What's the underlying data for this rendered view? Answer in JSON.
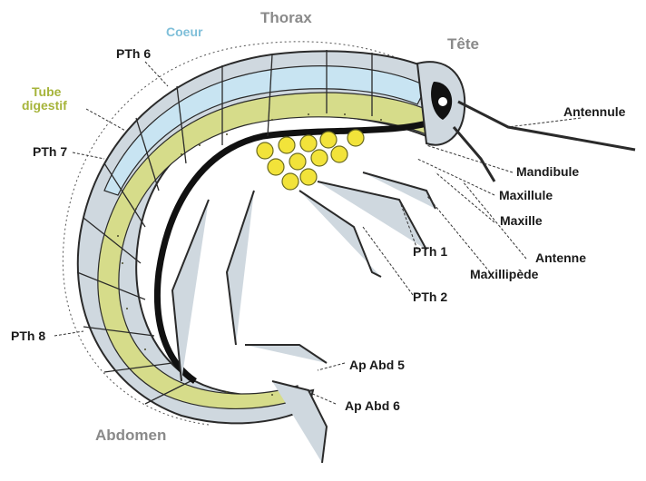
{
  "labels": {
    "thorax": "Thorax",
    "tete": "Tête",
    "coeur": "Coeur",
    "pth6": "PTh 6",
    "tube_line1": "Tube",
    "tube_line2": "digestif",
    "pth7": "PTh 7",
    "antennule": "Antennule",
    "mandibule": "Mandibule",
    "maxillule": "Maxillule",
    "maxille": "Maxille",
    "antenne": "Antenne",
    "maxillipede": "Maxillipède",
    "pth1": "PTh 1",
    "pth2": "PTh 2",
    "pth8": "PTh 8",
    "ap_abd5": "Ap Abd 5",
    "ap_abd6": "Ap Abd 6",
    "abdomen": "Abdomen"
  },
  "colors": {
    "body_fill": "#cfd8df",
    "heart_fill": "#c8e4f2",
    "gut_fill": "#d6dc8a",
    "egg_fill": "#f2e33a",
    "outline": "#2a2a2a",
    "label_grey": "#8a8a8a",
    "label_heart": "#7fbfd9",
    "label_gut": "#a6b43a"
  }
}
